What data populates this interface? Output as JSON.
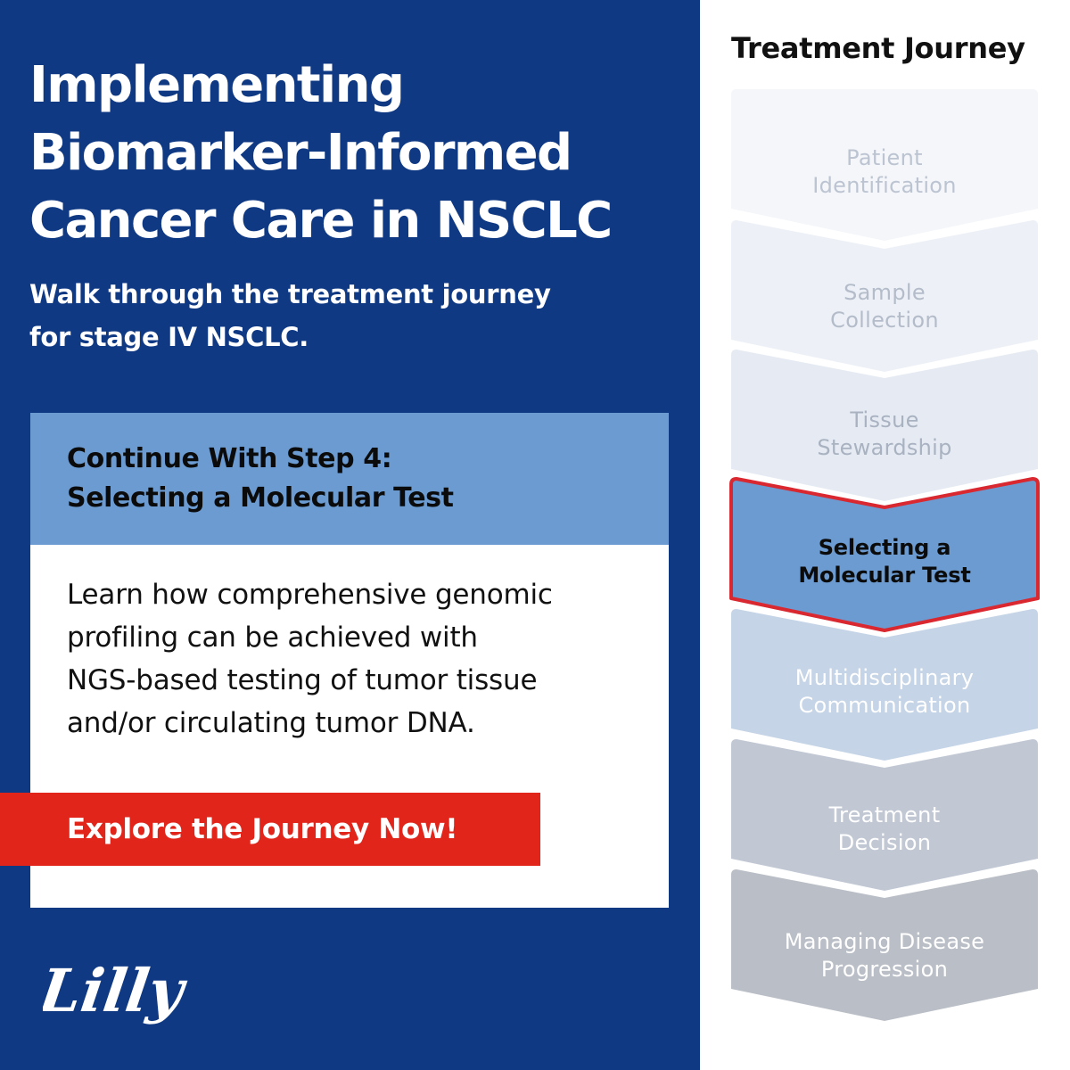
{
  "headline": {
    "line1": "Implementing",
    "line2": "Biomarker-Informed",
    "line3": "Cancer Care in NSCLC"
  },
  "subhead": {
    "line1": "Walk through the treatment journey",
    "line2": "for stage IV NSCLC."
  },
  "card": {
    "header_line1": "Continue With Step 4:",
    "header_line2": "Selecting a Molecular Test",
    "body_line1": "Learn how comprehensive genomic",
    "body_line2": "profiling can be achieved with",
    "body_line3": "NGS-based testing of tumor tissue",
    "body_line4": "and/or circulating tumor DNA."
  },
  "cta": {
    "label": "Explore the Journey Now!"
  },
  "logo": {
    "text": "Lilly"
  },
  "journey": {
    "title": "Treatment Journey",
    "steps": [
      {
        "line1": "Patient",
        "line2": "Identification",
        "state": "past"
      },
      {
        "line1": "Sample",
        "line2": "Collection",
        "state": "past"
      },
      {
        "line1": "Tissue",
        "line2": "Stewardship",
        "state": "past"
      },
      {
        "line1": "Selecting a",
        "line2": "Molecular Test",
        "state": "current"
      },
      {
        "line1": "Multidisciplinary",
        "line2": "Communication",
        "state": "upcoming"
      },
      {
        "line1": "Treatment",
        "line2": "Decision",
        "state": "upcoming"
      },
      {
        "line1": "Managing Disease",
        "line2": "Progression",
        "state": "upcoming"
      }
    ]
  },
  "colors": {
    "brand_blue": "#103984",
    "header_blue": "#6b9bd1",
    "cta_red": "#e1251b",
    "active_border": "#d9282f",
    "step_fills": [
      "#f4f6fa",
      "#edf1f7",
      "#e6ebf3",
      "#6b9bd1",
      "#c5d4e6",
      "#c1c8d4",
      "#babec6"
    ],
    "step_text": [
      "#bcc4d2",
      "#b4bcca",
      "#a9b2c1",
      "#0b0b0b",
      "#ffffff",
      "#ffffff",
      "#ffffff"
    ]
  }
}
